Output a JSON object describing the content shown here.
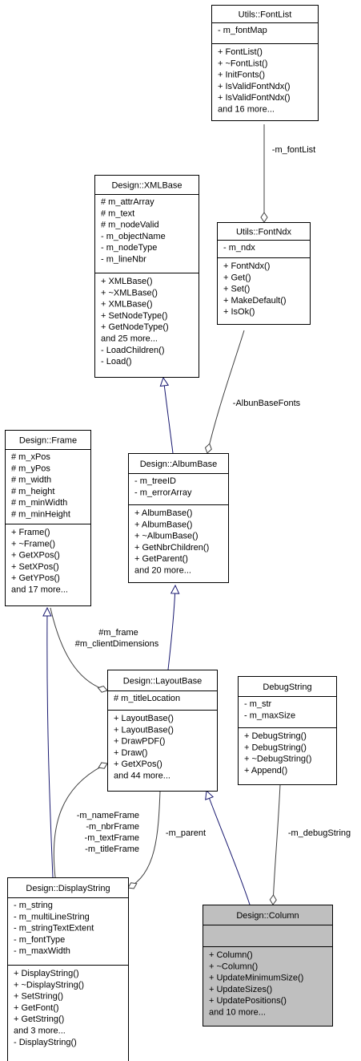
{
  "classes": {
    "fontlist": {
      "title": "Utils::FontList",
      "attributes": [
        "- m_fontMap"
      ],
      "methods": [
        "+ FontList()",
        "+ ~FontList()",
        "+ InitFonts()",
        "+ IsValidFontNdx()",
        "+ IsValidFontNdx()",
        "and 16 more..."
      ]
    },
    "fontndx": {
      "title": "Utils::FontNdx",
      "attributes": [
        "- m_ndx"
      ],
      "methods": [
        "+ FontNdx()",
        "+ Get()",
        "+ Set()",
        "+ MakeDefault()",
        "+ IsOk()"
      ]
    },
    "xmlbase": {
      "title": "Design::XMLBase",
      "attributes": [
        "# m_attrArray",
        "# m_text",
        "# m_nodeValid",
        "- m_objectName",
        "- m_nodeType",
        "- m_lineNbr"
      ],
      "methods": [
        "+ XMLBase()",
        "+ ~XMLBase()",
        "+ XMLBase()",
        "+ SetNodeType()",
        "+ GetNodeType()",
        "and 25 more...",
        "- LoadChildren()",
        "- Load()"
      ]
    },
    "frame": {
      "title": "Design::Frame",
      "attributes": [
        "# m_xPos",
        "# m_yPos",
        "# m_width",
        "# m_height",
        "# m_minWidth",
        "# m_minHeight"
      ],
      "methods": [
        "+ Frame()",
        "+ ~Frame()",
        "+ GetXPos()",
        "+ SetXPos()",
        "+ GetYPos()",
        "and 17 more..."
      ]
    },
    "albumbase": {
      "title": "Design::AlbumBase",
      "attributes": [
        "- m_treeID",
        "- m_errorArray"
      ],
      "methods": [
        "+ AlbumBase()",
        "+ AlbumBase()",
        "+ ~AlbumBase()",
        "+ GetNbrChildren()",
        "+ GetParent()",
        "and 20 more..."
      ]
    },
    "layoutbase": {
      "title": "Design::LayoutBase",
      "attributes": [
        "# m_titleLocation"
      ],
      "methods": [
        "+ LayoutBase()",
        "+ LayoutBase()",
        "+ DrawPDF()",
        "+ Draw()",
        "+ GetXPos()",
        "and 44 more..."
      ]
    },
    "debugstring": {
      "title": "DebugString",
      "attributes": [
        "- m_str",
        "- m_maxSize"
      ],
      "methods": [
        "+ DebugString()",
        "+ DebugString()",
        "+ ~DebugString()",
        "+ Append()"
      ]
    },
    "displaystring": {
      "title": "Design::DisplayString",
      "attributes": [
        "- m_string",
        "- m_multiLineString",
        "- m_stringTextExtent",
        "- m_fontType",
        "- m_maxWidth"
      ],
      "methods": [
        "+ DisplayString()",
        "+ ~DisplayString()",
        "+ SetString()",
        "+ GetFont()",
        "+ GetString()",
        "and 3 more...",
        "- DisplayString()"
      ]
    },
    "column": {
      "title": "Design::Column",
      "attributes": [],
      "methods": [
        "+ Column()",
        "+ ~Column()",
        "+ UpdateMinimumSize()",
        "+ UpdateSizes()",
        "+ UpdatePositions()",
        "and 10 more..."
      ]
    }
  },
  "edge_labels": {
    "fontlist": "-m_fontList",
    "albumbasefonts": "-AlbunBaseFonts",
    "frame1": "#m_frame",
    "frame2": "#m_clientDimensions",
    "ds1": "-m_nameFrame",
    "ds2": "-m_nbrFrame",
    "ds3": "-m_textFrame",
    "ds4": "-m_titleFrame",
    "parent": "-m_parent",
    "debug": "-m_debugString"
  },
  "colors": {
    "inheritance": "#191970",
    "association": "#404040",
    "highlight": "#bfbfbf"
  }
}
